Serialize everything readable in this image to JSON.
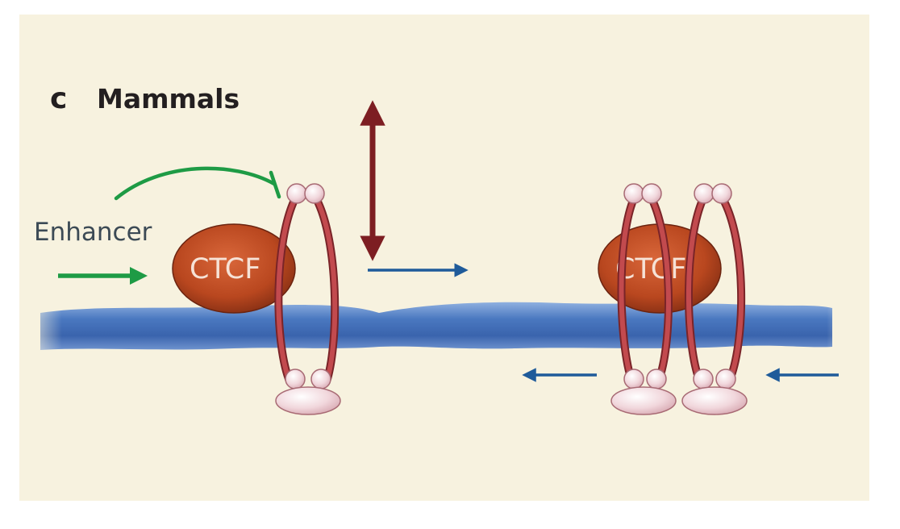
{
  "panel": {
    "letter": "c",
    "title": "Mammals"
  },
  "enhancer": {
    "label": "Enhancer"
  },
  "ctcf_sites": [
    {
      "label": "CTCF"
    },
    {
      "label": "CTCF"
    }
  ],
  "colors": {
    "background": "#f7f2df",
    "dna": "#3f6cb4",
    "ctcf": "#b9471f",
    "cohesin_ring": "#b23a3e",
    "cohesin_head": "#f1d7dc",
    "green_arrow": "#1e9b45",
    "blue_arrow": "#1f5b9a",
    "barrier_arrow": "#7d1e22"
  }
}
